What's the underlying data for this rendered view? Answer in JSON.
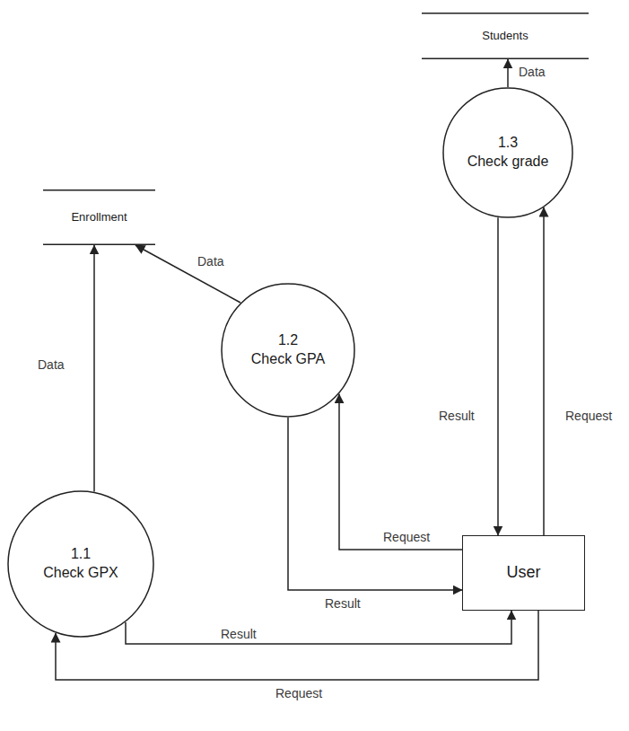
{
  "diagram": {
    "nodes": [
      {
        "text": [
          "Students"
        ]
      },
      {
        "text": [
          "1.3",
          "Check grade"
        ]
      },
      {
        "text": [
          "Enrollment"
        ]
      },
      {
        "text": [
          "1.2",
          "Check GPA"
        ]
      },
      {
        "text": [
          "1.1",
          "Check GPX"
        ]
      },
      {
        "text": [
          "User"
        ]
      }
    ],
    "edges": [
      {
        "from": 1,
        "to": 0,
        "label": "Data",
        "arrow": "to"
      },
      {
        "from": 3,
        "to": 2,
        "label": "Data",
        "arrow": "to"
      },
      {
        "from": 4,
        "to": 2,
        "label": "Data",
        "arrow": "to"
      },
      {
        "from": 1,
        "to": 5,
        "label": "Result",
        "arrow": "to"
      },
      {
        "from": 5,
        "to": 1,
        "label": "Request",
        "arrow": "to"
      },
      {
        "from": 5,
        "to": 3,
        "label": "Request",
        "arrow": "to"
      },
      {
        "from": 3,
        "to": 5,
        "label": "Result",
        "arrow": "to"
      },
      {
        "from": 4,
        "to": 5,
        "label": "Result",
        "arrow": "to"
      },
      {
        "from": 5,
        "to": 4,
        "label": "Request",
        "arrow": "to"
      }
    ]
  }
}
